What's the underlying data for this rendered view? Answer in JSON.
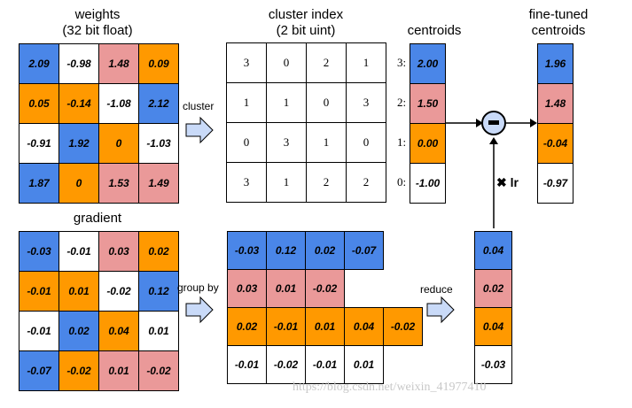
{
  "titles": {
    "weights_line1": "weights",
    "weights_line2": "(32 bit float)",
    "cluster_line1": "cluster index",
    "cluster_line2": "(2 bit uint)",
    "centroids": "centroids",
    "finetuned_line1": "fine-tuned",
    "finetuned_line2": "centroids",
    "gradient": "gradient"
  },
  "labels": {
    "cluster": "cluster",
    "group_by": "group by",
    "reduce": "reduce",
    "lr": "✖ lr",
    "minus": "-"
  },
  "weights": [
    [
      {
        "v": "2.09",
        "c": "blue"
      },
      {
        "v": "-0.98",
        "c": "white"
      },
      {
        "v": "1.48",
        "c": "pink"
      },
      {
        "v": "0.09",
        "c": "orange"
      }
    ],
    [
      {
        "v": "0.05",
        "c": "orange"
      },
      {
        "v": "-0.14",
        "c": "orange"
      },
      {
        "v": "-1.08",
        "c": "white"
      },
      {
        "v": "2.12",
        "c": "blue"
      }
    ],
    [
      {
        "v": "-0.91",
        "c": "white"
      },
      {
        "v": "1.92",
        "c": "blue"
      },
      {
        "v": "0",
        "c": "orange"
      },
      {
        "v": "-1.03",
        "c": "white"
      }
    ],
    [
      {
        "v": "1.87",
        "c": "blue"
      },
      {
        "v": "0",
        "c": "orange"
      },
      {
        "v": "1.53",
        "c": "pink"
      },
      {
        "v": "1.49",
        "c": "pink"
      }
    ]
  ],
  "cluster_index": [
    [
      "3",
      "0",
      "2",
      "1"
    ],
    [
      "1",
      "1",
      "0",
      "3"
    ],
    [
      "0",
      "3",
      "1",
      "0"
    ],
    [
      "3",
      "1",
      "2",
      "2"
    ]
  ],
  "centroids": [
    {
      "idx": "3:",
      "v": "2.00",
      "c": "blue"
    },
    {
      "idx": "2:",
      "v": "1.50",
      "c": "pink"
    },
    {
      "idx": "1:",
      "v": "0.00",
      "c": "orange"
    },
    {
      "idx": "0:",
      "v": "-1.00",
      "c": "white"
    }
  ],
  "finetuned": [
    {
      "v": "1.96",
      "c": "blue"
    },
    {
      "v": "1.48",
      "c": "pink"
    },
    {
      "v": "-0.04",
      "c": "orange"
    },
    {
      "v": "-0.97",
      "c": "white"
    }
  ],
  "gradient": [
    [
      {
        "v": "-0.03",
        "c": "blue"
      },
      {
        "v": "-0.01",
        "c": "white"
      },
      {
        "v": "0.03",
        "c": "pink"
      },
      {
        "v": "0.02",
        "c": "orange"
      }
    ],
    [
      {
        "v": "-0.01",
        "c": "orange"
      },
      {
        "v": "0.01",
        "c": "orange"
      },
      {
        "v": "-0.02",
        "c": "white"
      },
      {
        "v": "0.12",
        "c": "blue"
      }
    ],
    [
      {
        "v": "-0.01",
        "c": "white"
      },
      {
        "v": "0.02",
        "c": "blue"
      },
      {
        "v": "0.04",
        "c": "orange"
      },
      {
        "v": "0.01",
        "c": "white"
      }
    ],
    [
      {
        "v": "-0.07",
        "c": "blue"
      },
      {
        "v": "-0.02",
        "c": "orange"
      },
      {
        "v": "0.01",
        "c": "pink"
      },
      {
        "v": "-0.02",
        "c": "pink"
      }
    ]
  ],
  "grouped": [
    [
      {
        "v": "-0.03",
        "c": "blue"
      },
      {
        "v": "0.12",
        "c": "blue"
      },
      {
        "v": "0.02",
        "c": "blue"
      },
      {
        "v": "-0.07",
        "c": "blue"
      }
    ],
    [
      {
        "v": "0.03",
        "c": "pink"
      },
      {
        "v": "0.01",
        "c": "pink"
      },
      {
        "v": "-0.02",
        "c": "pink"
      }
    ],
    [
      {
        "v": "0.02",
        "c": "orange"
      },
      {
        "v": "-0.01",
        "c": "orange"
      },
      {
        "v": "0.01",
        "c": "orange"
      },
      {
        "v": "0.04",
        "c": "orange"
      },
      {
        "v": "-0.02",
        "c": "orange"
      }
    ],
    [
      {
        "v": "-0.01",
        "c": "white"
      },
      {
        "v": "-0.02",
        "c": "white"
      },
      {
        "v": "-0.01",
        "c": "white"
      },
      {
        "v": "0.01",
        "c": "white"
      }
    ]
  ],
  "reduced": [
    {
      "v": "0.04",
      "c": "blue"
    },
    {
      "v": "0.02",
      "c": "pink"
    },
    {
      "v": "0.04",
      "c": "orange"
    },
    {
      "v": "-0.03",
      "c": "white"
    }
  ],
  "colors": {
    "blue": "#4a86e8",
    "pink": "#ea9999",
    "orange": "#ff9900",
    "white": "#ffffff",
    "arrow_fill": "#c9daf8",
    "circle_fill": "#c9daf8"
  },
  "watermark": "https://blog.csdn.net/weixin_41977410"
}
